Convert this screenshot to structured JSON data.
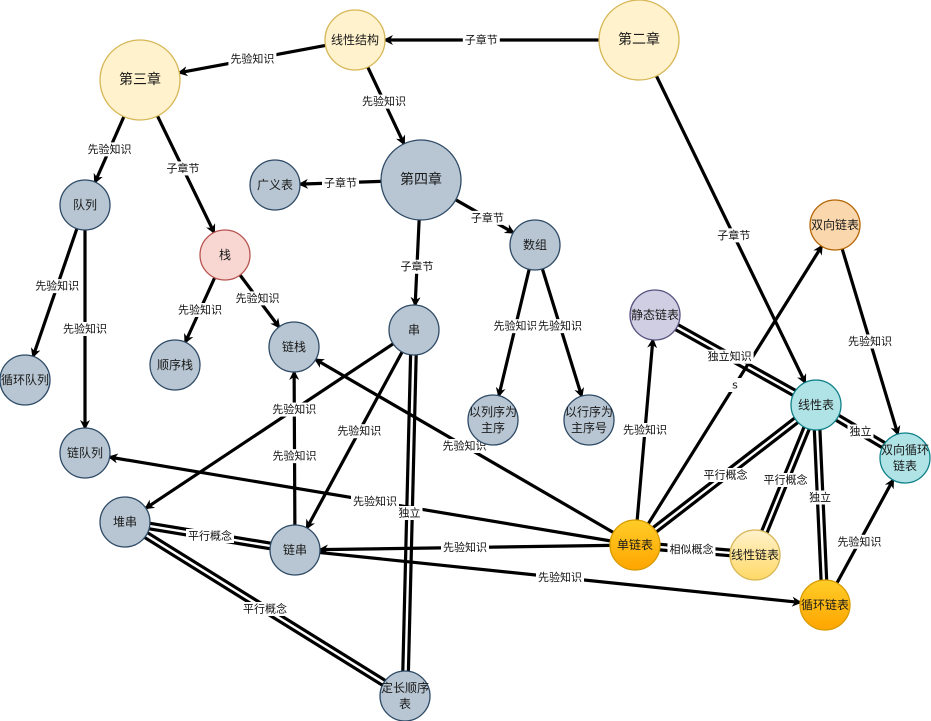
{
  "diagram": {
    "title": "",
    "colors": {
      "yellow": {
        "fill": "#fff2cc",
        "stroke": "#d6b656"
      },
      "blue": {
        "fill": "#b7c6d2",
        "stroke": "#2e4a66"
      },
      "red": {
        "fill": "#f8d7d2",
        "stroke": "#b85450"
      },
      "purple": {
        "fill": "#d0cee2",
        "stroke": "#56517e"
      },
      "orange": {
        "fill": "#fad7ac",
        "stroke": "#b46504"
      },
      "cyan": {
        "fill": "#b0e3e6",
        "stroke": "#0e8088"
      },
      "gold": {
        "fill": "#ffb81c",
        "stroke": "#d79b00"
      },
      "lightgold": {
        "fill": "#ffe599",
        "stroke": "#d6b656"
      }
    },
    "nodes": [
      {
        "id": "ch2",
        "label": "第二章",
        "color": "yellow",
        "size": "xl"
      },
      {
        "id": "linear_struct",
        "label": "线性结构",
        "color": "yellow",
        "size": "m"
      },
      {
        "id": "ch3",
        "label": "第三章",
        "color": "yellow",
        "size": "xl"
      },
      {
        "id": "ch4",
        "label": "第四章",
        "color": "blue",
        "size": "xl"
      },
      {
        "id": "gen_list",
        "label": "广义表",
        "color": "blue",
        "size": "s"
      },
      {
        "id": "queue",
        "label": "队列",
        "color": "blue",
        "size": "s"
      },
      {
        "id": "stack",
        "label": "栈",
        "color": "red",
        "size": "s"
      },
      {
        "id": "array",
        "label": "数组",
        "color": "blue",
        "size": "s"
      },
      {
        "id": "string",
        "label": "串",
        "color": "blue",
        "size": "s"
      },
      {
        "id": "circ_queue",
        "label": "循环队列",
        "color": "blue",
        "size": "s"
      },
      {
        "id": "seq_stack",
        "label": "顺序栈",
        "color": "blue",
        "size": "s"
      },
      {
        "id": "link_stack",
        "label": "链栈",
        "color": "blue",
        "size": "s"
      },
      {
        "id": "col_major",
        "label": "以列序为\n主序",
        "color": "blue",
        "size": "s"
      },
      {
        "id": "row_major",
        "label": "以行序为\n主序号",
        "color": "blue",
        "size": "s"
      },
      {
        "id": "link_queue",
        "label": "链队列",
        "color": "blue",
        "size": "s"
      },
      {
        "id": "heap_string",
        "label": "堆串",
        "color": "blue",
        "size": "s"
      },
      {
        "id": "link_string",
        "label": "链串",
        "color": "blue",
        "size": "s"
      },
      {
        "id": "fixed_seq",
        "label": "定长顺序\n表",
        "color": "blue",
        "size": "s"
      },
      {
        "id": "static_list",
        "label": "静态链表",
        "color": "purple",
        "size": "s"
      },
      {
        "id": "double_list",
        "label": "双向链表",
        "color": "orange",
        "size": "s"
      },
      {
        "id": "linear_list",
        "label": "线性表",
        "color": "cyan",
        "size": "s"
      },
      {
        "id": "double_circ",
        "label": "双向循环\n链表",
        "color": "cyan",
        "size": "s"
      },
      {
        "id": "single_list",
        "label": "单链表",
        "color": "gold",
        "size": "s"
      },
      {
        "id": "linear_linked",
        "label": "线性链表",
        "color": "lightgold",
        "size": "s"
      },
      {
        "id": "circ_list",
        "label": "循环链表",
        "color": "gold",
        "size": "s"
      }
    ],
    "edges": [
      {
        "from": "ch2",
        "to": "linear_struct",
        "label": "子章节",
        "style": "arrow"
      },
      {
        "from": "linear_struct",
        "to": "ch3",
        "label": "先验知识",
        "style": "arrow"
      },
      {
        "from": "linear_struct",
        "to": "ch4",
        "label": "先验知识",
        "style": "arrow"
      },
      {
        "from": "ch2",
        "to": "linear_list",
        "label": "子章节",
        "style": "arrow"
      },
      {
        "from": "ch3",
        "to": "queue",
        "label": "先验知识",
        "style": "arrow"
      },
      {
        "from": "ch3",
        "to": "stack",
        "label": "子章节",
        "style": "arrow"
      },
      {
        "from": "ch4",
        "to": "gen_list",
        "label": "子章节",
        "style": "arrow"
      },
      {
        "from": "ch4",
        "to": "array",
        "label": "子章节",
        "style": "arrow"
      },
      {
        "from": "ch4",
        "to": "string",
        "label": "子章节",
        "style": "arrow"
      },
      {
        "from": "queue",
        "to": "circ_queue",
        "label": "先验知识",
        "style": "arrow"
      },
      {
        "from": "queue",
        "to": "link_queue",
        "label": "先验知识",
        "style": "arrow"
      },
      {
        "from": "stack",
        "to": "seq_stack",
        "label": "先验知识",
        "style": "arrow"
      },
      {
        "from": "stack",
        "to": "link_stack",
        "label": "先验知识",
        "style": "arrow"
      },
      {
        "from": "array",
        "to": "col_major",
        "label": "先验知识",
        "style": "arrow"
      },
      {
        "from": "array",
        "to": "row_major",
        "label": "先验知识",
        "style": "arrow"
      },
      {
        "from": "string",
        "to": "heap_string",
        "label": "先验知识",
        "style": "arrow"
      },
      {
        "from": "string",
        "to": "link_string",
        "label": "先验知识",
        "style": "arrow"
      },
      {
        "from": "string",
        "to": "fixed_seq",
        "label": "独立",
        "style": "double"
      },
      {
        "from": "link_string",
        "to": "link_stack",
        "label": "先验知识",
        "style": "arrow"
      },
      {
        "from": "single_list",
        "to": "link_stack",
        "label": "先验知识",
        "style": "arrow"
      },
      {
        "from": "single_list",
        "to": "link_queue",
        "label": "先验知识",
        "style": "arrow"
      },
      {
        "from": "single_list",
        "to": "link_string",
        "label": "先验知识",
        "style": "arrow"
      },
      {
        "from": "link_string",
        "to": "circ_list",
        "label": "先验知识",
        "style": "arrow"
      },
      {
        "from": "heap_string",
        "to": "link_string",
        "label": "平行概念",
        "style": "double"
      },
      {
        "from": "heap_string",
        "to": "fixed_seq",
        "label": "平行概念",
        "style": "double"
      },
      {
        "from": "single_list",
        "to": "static_list",
        "label": "先验知识",
        "style": "arrow"
      },
      {
        "from": "single_list",
        "to": "double_list",
        "label": "s",
        "style": "arrow"
      },
      {
        "from": "static_list",
        "to": "linear_list",
        "label": "独立知识",
        "style": "double"
      },
      {
        "from": "single_list",
        "to": "linear_list",
        "label": "平行概念",
        "style": "double"
      },
      {
        "from": "linear_linked",
        "to": "linear_list",
        "label": "平行概念",
        "style": "double"
      },
      {
        "from": "circ_list",
        "to": "linear_list",
        "label": "独立",
        "style": "double"
      },
      {
        "from": "linear_list",
        "to": "double_circ",
        "label": "独立",
        "style": "double"
      },
      {
        "from": "single_list",
        "to": "linear_linked",
        "label": "相似概念",
        "style": "double"
      },
      {
        "from": "double_list",
        "to": "double_circ",
        "label": "先验知识",
        "style": "arrow"
      },
      {
        "from": "circ_list",
        "to": "double_circ",
        "label": "先验知识",
        "style": "arrow"
      }
    ]
  }
}
